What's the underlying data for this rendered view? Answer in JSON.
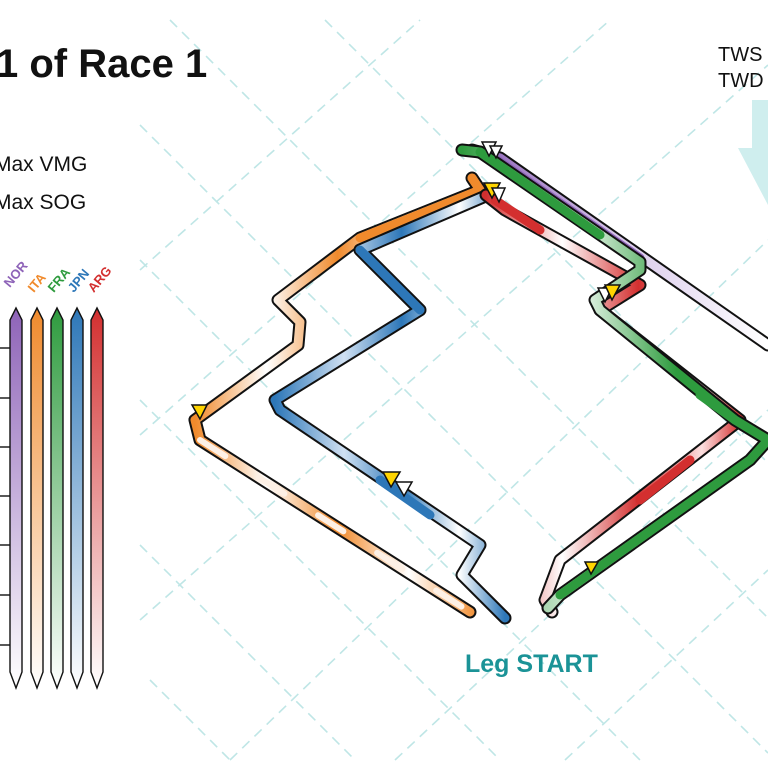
{
  "header": {
    "title": "1 of Race 1"
  },
  "legend": {
    "max_vmg": "Max VMG",
    "max_sog": "Max SOG"
  },
  "wind": {
    "tws_label": "TWS",
    "twd_label": "TWD"
  },
  "leg_start_label": "Leg START",
  "teams": [
    {
      "code": "NOR",
      "color": "#8e63b8"
    },
    {
      "code": "ITA",
      "color": "#f08a2c"
    },
    {
      "code": "FRA",
      "color": "#2e9b3e"
    },
    {
      "code": "JPN",
      "color": "#2d77b8"
    },
    {
      "code": "ARG",
      "color": "#d32f2f"
    }
  ],
  "colors": {
    "grid": "#bfe6e6",
    "wind_arrow": "#cfeeee",
    "marker": "#ffd400",
    "leg_start": "#1b9397"
  }
}
